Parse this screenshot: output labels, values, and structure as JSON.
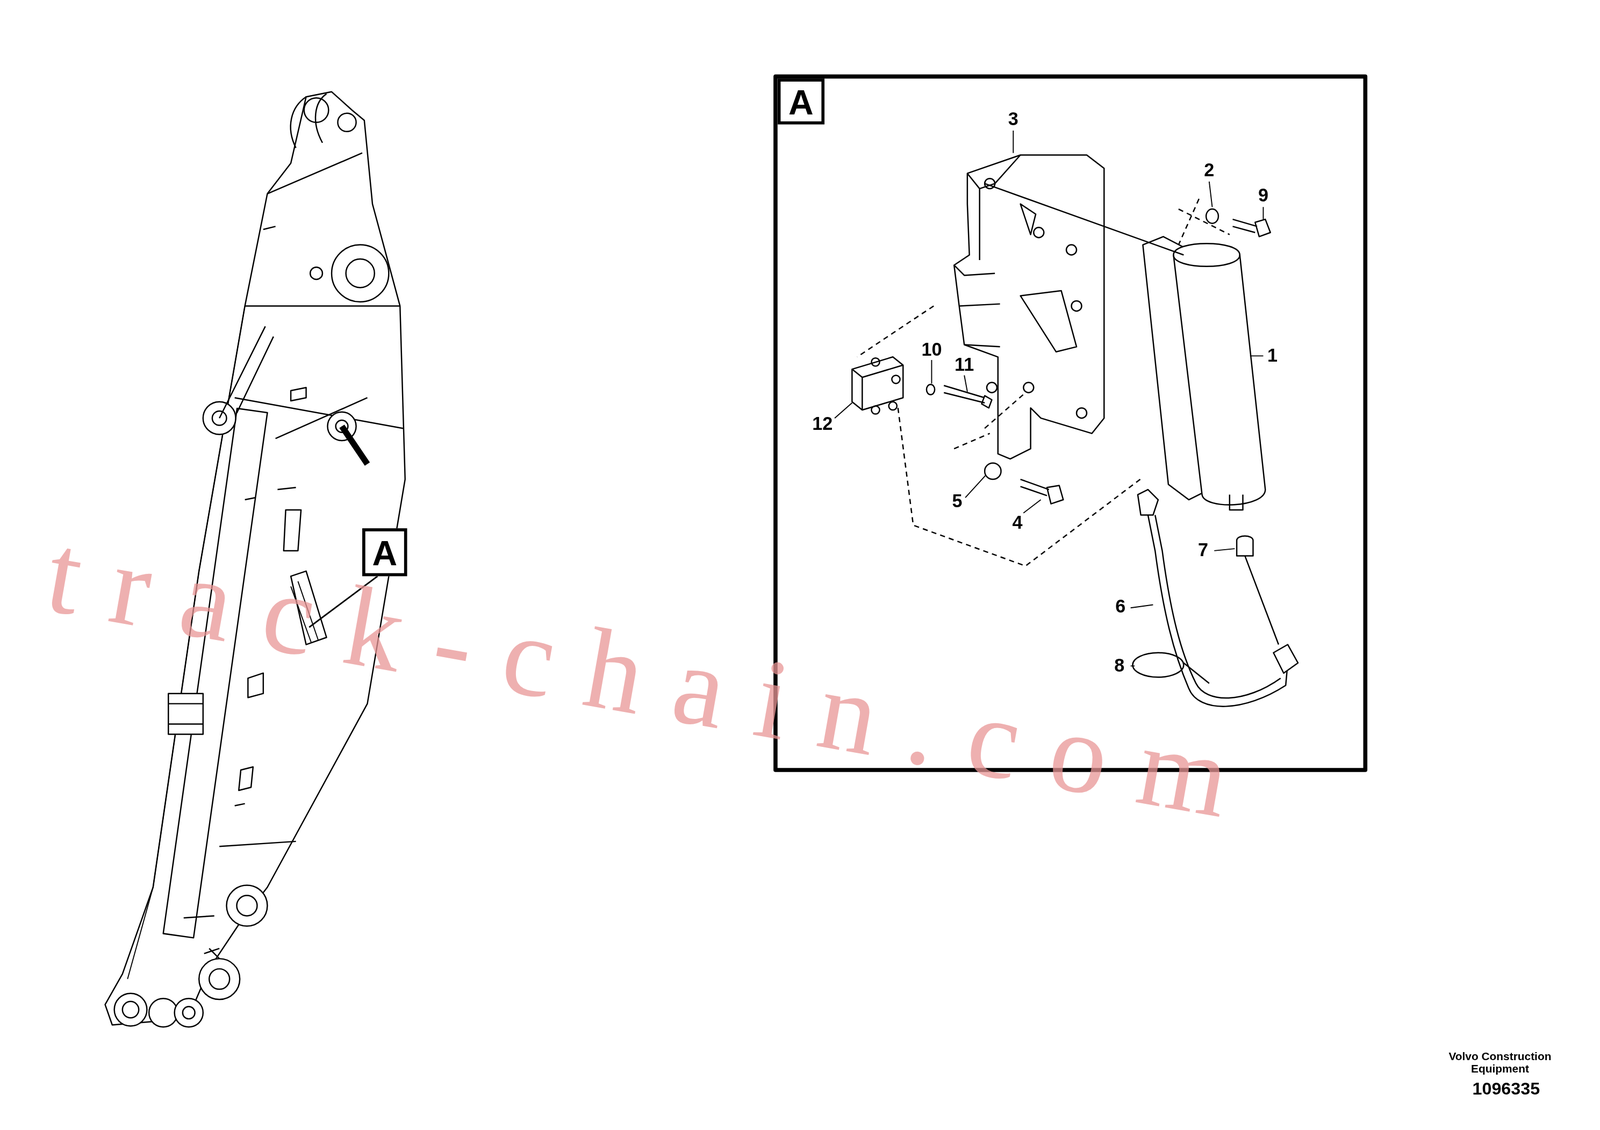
{
  "diagram": {
    "nodes": [
      {
        "text": [
          "A"
        ]
      },
      {
        "text": [
          "A"
        ]
      }
    ],
    "labels": [
      "3",
      "2",
      "9",
      "1",
      "10",
      "11",
      "12",
      "5",
      "4",
      "7",
      "6",
      "8",
      "track-chain.com",
      "Volvo Construction Equipment",
      "1096335"
    ]
  }
}
